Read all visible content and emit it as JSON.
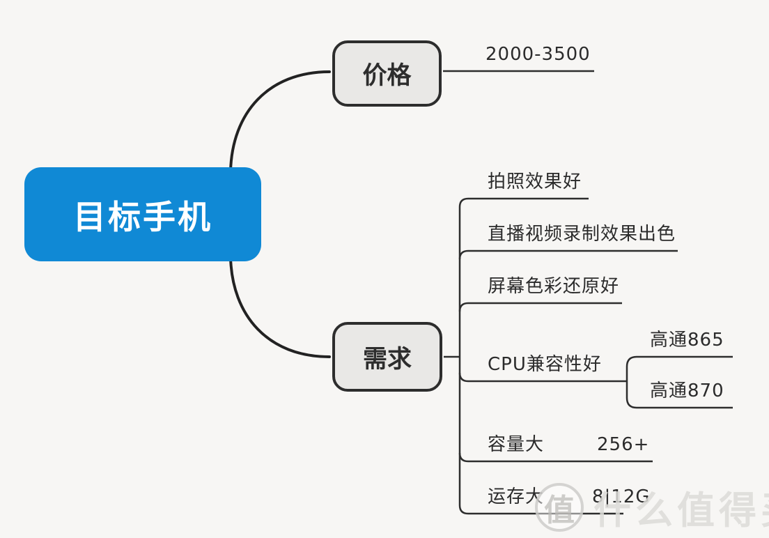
{
  "root": {
    "label": "目标手机",
    "fill_color": "#1089d5",
    "text_color": "#ffffff"
  },
  "branch_node_colors": {
    "fill": "#e9e8e6",
    "border": "#2d2d2d"
  },
  "line_color": "#2d2d2d",
  "background_color": "#f7f6f4",
  "branches": [
    {
      "label": "价格",
      "children": [
        {
          "label": "2000-3500"
        }
      ]
    },
    {
      "label": "需求",
      "children": [
        {
          "label": "拍照效果好"
        },
        {
          "label": "直播视频录制效果出色"
        },
        {
          "label": "屏幕色彩还原好"
        },
        {
          "label": "CPU兼容性好",
          "children": [
            {
              "label": "高通865"
            },
            {
              "label": "高通870"
            }
          ]
        },
        {
          "label": "容量大",
          "children": [
            {
              "label": "256+"
            }
          ]
        },
        {
          "label": "运存大",
          "children": [
            {
              "label": "8|12G"
            }
          ]
        }
      ]
    }
  ],
  "watermark": {
    "badge_label": "值",
    "text": "什么值得买"
  }
}
